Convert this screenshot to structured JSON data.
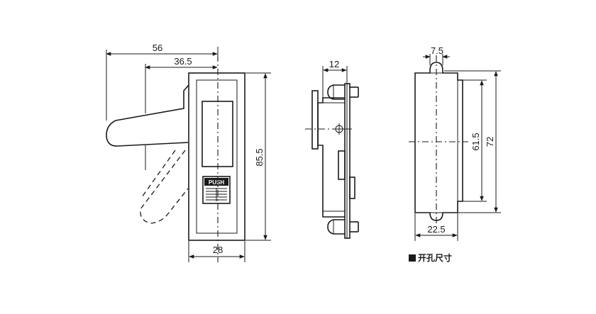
{
  "front_view": {
    "dim_width_overall": "56",
    "dim_width_handle": "36.5",
    "dim_height": "85.5",
    "dim_width_body": "28",
    "button_label": "PUSH"
  },
  "side_view": {
    "dim_depth": "12"
  },
  "cutout_view": {
    "dim_slot_width": "7.5",
    "dim_inner_height": "61.5",
    "dim_outer_height": "72",
    "dim_width": "22.5"
  },
  "caption": {
    "text": "开孔尺寸"
  }
}
